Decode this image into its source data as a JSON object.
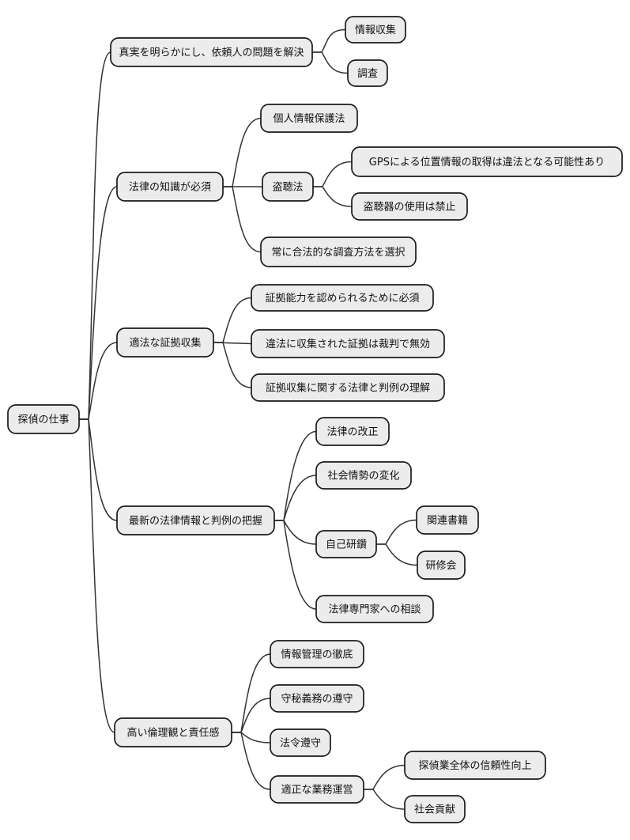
{
  "diagram": {
    "type": "mindmap",
    "colors": {
      "background": "#ffffff",
      "node_fill": "#ececec",
      "node_border": "#1a1a1a",
      "link": "#333333",
      "text": "#111111"
    },
    "root": {
      "label": "探偵の仕事",
      "children": [
        {
          "label": "真実を明らかにし、依頼人の問題を解決",
          "children": [
            {
              "label": "情報収集"
            },
            {
              "label": "調査"
            }
          ]
        },
        {
          "label": "法律の知識が必須",
          "children": [
            {
              "label": "個人情報保護法"
            },
            {
              "label": "盗聴法",
              "children": [
                {
                  "label": "GPSによる位置情報の取得は違法となる可能性あり"
                },
                {
                  "label": "盗聴器の使用は禁止"
                }
              ]
            },
            {
              "label": "常に合法的な調査方法を選択"
            }
          ]
        },
        {
          "label": "適法な証拠収集",
          "children": [
            {
              "label": "証拠能力を認められるために必須"
            },
            {
              "label": "違法に収集された証拠は裁判で無効"
            },
            {
              "label": "証拠収集に関する法律と判例の理解"
            }
          ]
        },
        {
          "label": "最新の法律情報と判例の把握",
          "children": [
            {
              "label": "法律の改正"
            },
            {
              "label": "社会情勢の変化"
            },
            {
              "label": "自己研鑽",
              "children": [
                {
                  "label": "関連書籍"
                },
                {
                  "label": "研修会"
                }
              ]
            },
            {
              "label": "法律専門家への相談"
            }
          ]
        },
        {
          "label": "高い倫理観と責任感",
          "children": [
            {
              "label": "情報管理の徹底"
            },
            {
              "label": "守秘義務の遵守"
            },
            {
              "label": "法令遵守"
            },
            {
              "label": "適正な業務運営",
              "children": [
                {
                  "label": "探偵業全体の信頼性向上"
                },
                {
                  "label": "社会貢献"
                }
              ]
            }
          ]
        }
      ]
    }
  }
}
